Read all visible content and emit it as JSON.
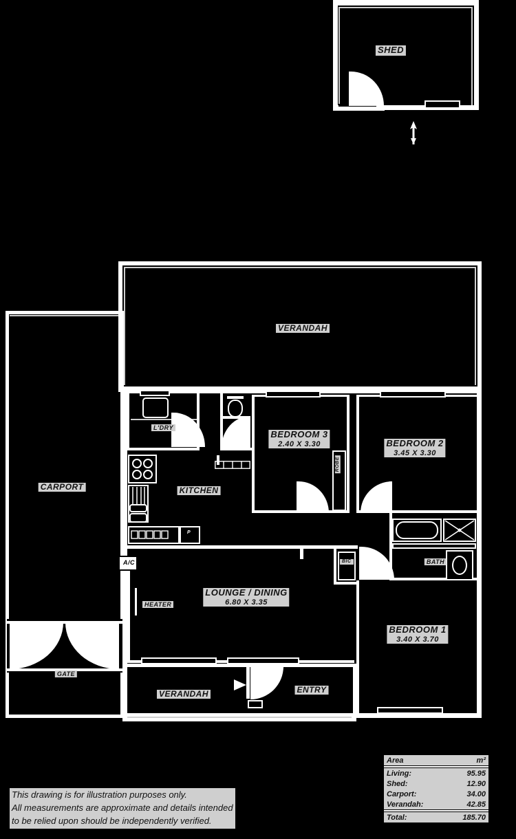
{
  "document": {
    "type": "floor-plan",
    "background_color": "#000000",
    "line_color": "#ffffff",
    "label_color": "#111111",
    "label_background": "#cfcfcf"
  },
  "rooms": [
    {
      "key": "shed",
      "name": "SHED",
      "dimensions": ""
    },
    {
      "key": "verandah_top",
      "name": "VERANDAH",
      "dimensions": ""
    },
    {
      "key": "carport",
      "name": "CARPORT",
      "dimensions": ""
    },
    {
      "key": "laundry",
      "name": "L'DRY",
      "dimensions": ""
    },
    {
      "key": "kitchen",
      "name": "KITCHEN",
      "dimensions": ""
    },
    {
      "key": "bedroom3",
      "name": "BEDROOM 3",
      "dimensions": "2.40 X 3.30"
    },
    {
      "key": "bedroom2",
      "name": "BEDROOM 2",
      "dimensions": "3.45 X 3.30"
    },
    {
      "key": "bedroom1",
      "name": "BEDROOM 1",
      "dimensions": "3.40 X 3.70"
    },
    {
      "key": "lounge",
      "name": "LOUNGE / DINING",
      "dimensions": "6.80 X 3.35"
    },
    {
      "key": "bath",
      "name": "BATH",
      "dimensions": ""
    },
    {
      "key": "entry",
      "name": "ENTRY",
      "dimensions": ""
    },
    {
      "key": "verandah_bot",
      "name": "VERANDAH",
      "dimensions": ""
    }
  ],
  "annotations": {
    "gate": "GATE",
    "heater": "HEATER",
    "air_conditioner": "A/C",
    "built_in_cupboard": "BIC",
    "robe": "ROBE",
    "pantry": "P"
  },
  "area_table": {
    "header": {
      "label": "Area",
      "unit": "m²"
    },
    "rows": [
      {
        "label": "Living:",
        "value": "95.95"
      },
      {
        "label": "Shed:",
        "value": "12.90"
      },
      {
        "label": "Carport:",
        "value": "34.00"
      },
      {
        "label": "Verandah:",
        "value": "42.85"
      }
    ],
    "total": {
      "label": "Total:",
      "value": "185.70"
    }
  },
  "disclaimer": {
    "line1": "This drawing is for illustration purposes only.",
    "line2": "All measurements are approximate and details intended",
    "line3": "to be relied upon should be independently verified."
  }
}
